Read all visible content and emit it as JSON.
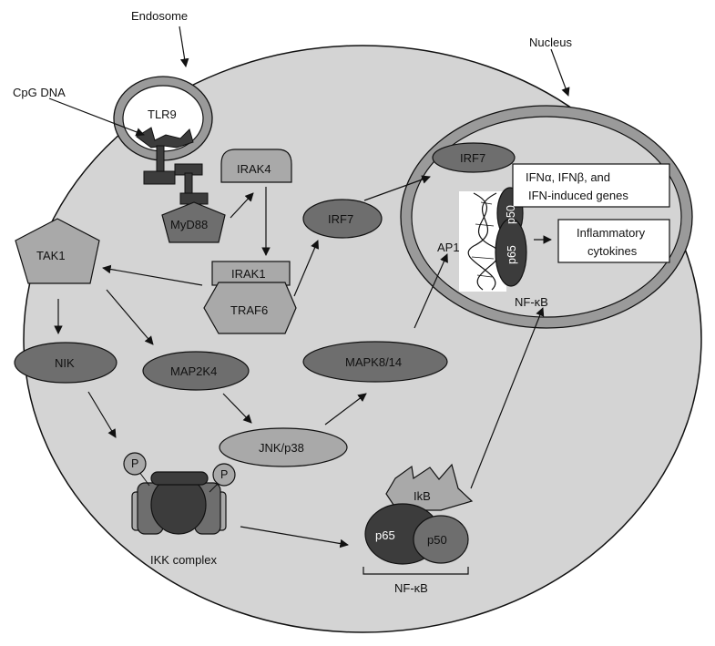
{
  "labels": {
    "endosome": "Endosome",
    "nucleus": "Nucleus",
    "cpg_dna": "CpG DNA",
    "tlr9": "TLR9",
    "irak4": "IRAK4",
    "myd88": "MyD88",
    "irak1": "IRAK1",
    "traf6": "TRAF6",
    "tak1": "TAK1",
    "irf7_cyto": "IRF7",
    "irf7_nuc": "IRF7",
    "nik": "NIK",
    "map2k4": "MAP2K4",
    "mapk": "MAPK8/14",
    "jnk": "JNK/p38",
    "ap1": "AP1",
    "p50_nuc": "p50",
    "p65_nuc": "p65",
    "nfkb_nuc": "NF-κB",
    "ikk_complex": "IKK complex",
    "ikb": "IkB",
    "p65_cyto": "p65",
    "p50_cyto": "p50",
    "nfkb_cyto": "NF-κB",
    "p_left": "P",
    "p_right": "P"
  },
  "boxes": {
    "ifn_line1": "IFNα, IFNβ, and",
    "ifn_line2": "IFN-induced genes",
    "inflam_line1": "Inflammatory",
    "inflam_line2": "cytokines"
  },
  "colors": {
    "cell": "#d4d4d4",
    "light_node": "#a9a9a9",
    "dark_node": "#6e6e6e",
    "receptor": "#3c3c3c"
  }
}
